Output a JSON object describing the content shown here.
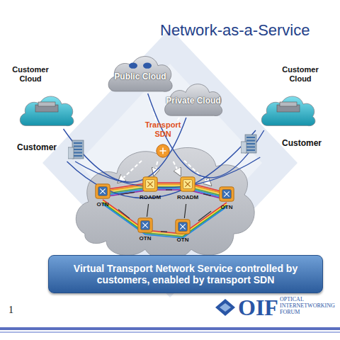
{
  "diagram": {
    "title": "Network-as-a-Service",
    "nodes": [
      {
        "text": [
          "Customer Cloud"
        ]
      },
      {
        "text": [
          "Public Cloud"
        ]
      },
      {
        "text": [
          "Private Cloud"
        ]
      },
      {
        "text": [
          "Customer Cloud"
        ]
      },
      {
        "text": [
          "Transport SDN"
        ]
      },
      {
        "text": [
          "Customer"
        ]
      },
      {
        "text": [
          "Customer"
        ]
      },
      {
        "text": [
          "OTN"
        ]
      },
      {
        "text": [
          "ROADM"
        ]
      },
      {
        "text": [
          "ROADM"
        ]
      },
      {
        "text": [
          "OTN"
        ]
      },
      {
        "text": [
          "OTN"
        ]
      },
      {
        "text": [
          "OTN"
        ]
      },
      {
        "text": [
          "Virtual Transport Network Service controlled by customers, enabled by transport SDN"
        ]
      }
    ],
    "edges": [
      {
        "from": 4,
        "to": 1,
        "arrow": "none"
      },
      {
        "from": 4,
        "to": 2,
        "arrow": "none"
      },
      {
        "from": 4,
        "to": 7,
        "arrow": "to"
      },
      {
        "from": 4,
        "to": 8,
        "arrow": "to"
      },
      {
        "from": 4,
        "to": 9,
        "arrow": "to"
      },
      {
        "from": 4,
        "to": 10,
        "arrow": "to"
      },
      {
        "from": 7,
        "to": 8,
        "arrow": "none"
      },
      {
        "from": 8,
        "to": 9,
        "arrow": "none"
      },
      {
        "from": 9,
        "to": 10,
        "arrow": "none"
      },
      {
        "from": 7,
        "to": 11,
        "arrow": "none"
      },
      {
        "from": 11,
        "to": 12,
        "arrow": "none"
      },
      {
        "from": 12,
        "to": 10,
        "arrow": "none"
      },
      {
        "from": 8,
        "to": 11,
        "arrow": "none"
      },
      {
        "from": 9,
        "to": 12,
        "arrow": "none"
      },
      {
        "from": 0,
        "to": 2,
        "arrow": "none"
      },
      {
        "from": 1,
        "to": 3,
        "arrow": "none"
      },
      {
        "from": 5,
        "to": 6,
        "arrow": "none"
      },
      {
        "from": 3,
        "to": 5,
        "arrow": "none"
      }
    ],
    "labels": [
      "1",
      "OIF",
      "OPTICAL INTERNETWORKING FORUM"
    ]
  }
}
